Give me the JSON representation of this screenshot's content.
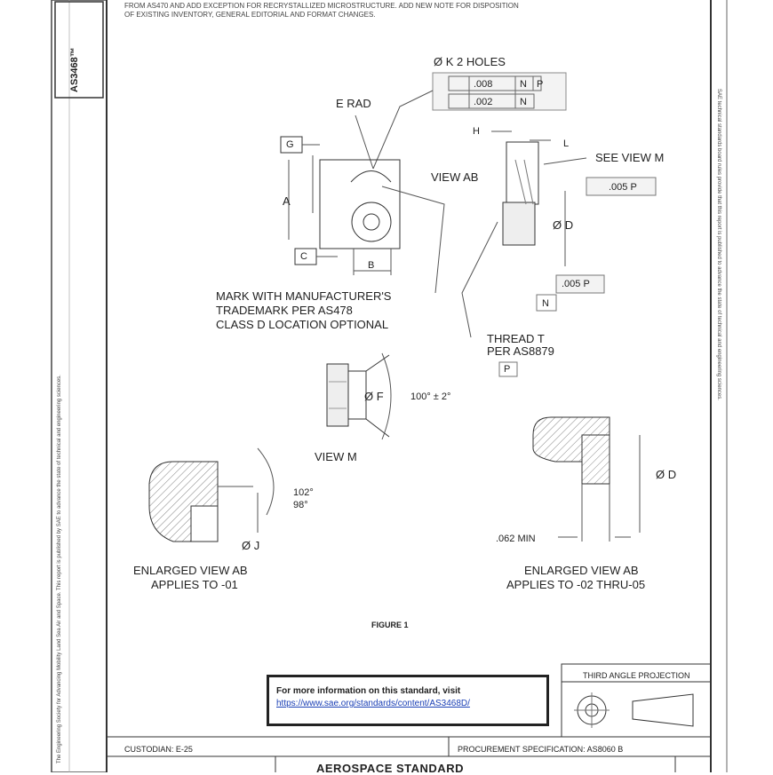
{
  "header": {
    "revision_notes_line1": "FROM AS470 AND ADD EXCEPTION FOR RECRYSTALLIZED MICROSTRUCTURE. ADD NEW NOTE FOR DISPOSITION",
    "revision_notes_line2": "OF EXISTING INVENTORY, GENERAL EDITORIAL AND FORMAT CHANGES."
  },
  "side_margin": {
    "doc_number": "AS3468™",
    "left_fine_print": "The Engineering Society for Advancing Mobility Land Sea Air and Space. This report is published by SAE to advance the state of technical and engineering sciences.",
    "right_fine_print": "SAE technical standards board rules provide that this report is published to advance the state of technical and engineering sciences."
  },
  "top_view": {
    "hole_callout": "Ø K 2 HOLES",
    "fcf_row1_value": ".008",
    "fcf_row1_datum_n": "N",
    "fcf_row1_datum_p": "P",
    "fcf_row2_value": ".002",
    "fcf_row2_datum_n": "N",
    "e_rad": "E RAD",
    "dim_g": "G",
    "dim_a": "A",
    "dim_c": "C",
    "dim_b": "B",
    "view_ab_label": "VIEW AB",
    "mark_note": [
      "MARK WITH MANUFACTURER'S",
      "TRADEMARK PER AS478",
      "CLASS D LOCATION OPTIONAL"
    ]
  },
  "side_view": {
    "dim_h": "H",
    "dim_l": "L",
    "see_view": "SEE VIEW M",
    "fcf_top": ".005  P",
    "dim_d": "Ø D",
    "fcf_bottom": ".005 P",
    "datum_n": "N",
    "thread_note": [
      "THREAD T",
      "PER AS8879"
    ],
    "thread_datum": "P"
  },
  "view_m": {
    "dim_f": "Ø F",
    "angle": "100° ± 2°",
    "label": "VIEW M"
  },
  "enlarged_left": {
    "angle_hi": "102°",
    "angle_lo": "98°",
    "dim_j": "Ø J",
    "caption_line1": "ENLARGED VIEW AB",
    "caption_line2": "APPLIES TO -01"
  },
  "enlarged_right": {
    "dim_d": "Ø D",
    "min_dim": ".062 MIN",
    "caption_line1": "ENLARGED VIEW AB",
    "caption_line2": "APPLIES TO -02 THRU-05"
  },
  "figure_label": "FIGURE 1",
  "info_box": {
    "text": "For more information on this standard, visit",
    "link": "https://www.sae.org/standards/content/AS3468D/"
  },
  "projection": {
    "label": "THIRD ANGLE PROJECTION"
  },
  "title_block": {
    "code": "CUSTODIAN: E-25",
    "procurement": "PROCUREMENT SPECIFICATION: AS8060 B",
    "standard_title": "AEROSPACE STANDARD"
  }
}
